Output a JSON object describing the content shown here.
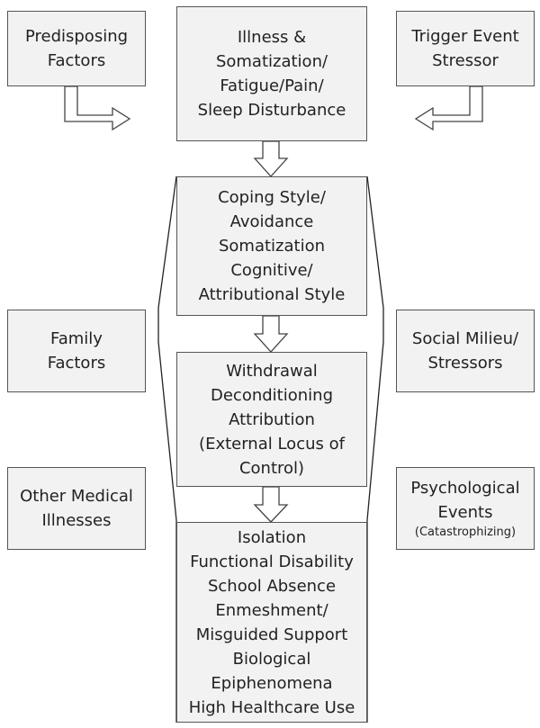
{
  "diagram": {
    "predisposing": [
      "Predisposing",
      "Factors"
    ],
    "illness": [
      "Illness &",
      "Somatization/",
      "Fatigue/Pain/",
      "Sleep Disturbance"
    ],
    "trigger": [
      "Trigger Event",
      "Stressor"
    ],
    "coping": [
      "Coping Style/",
      "Avoidance",
      "Somatization",
      "Cognitive/",
      "Attributional Style"
    ],
    "family": [
      "Family",
      "Factors"
    ],
    "social": [
      "Social Milieu/",
      "Stressors"
    ],
    "withdrawal": [
      "Withdrawal",
      "Deconditioning",
      "Attribution",
      "(External Locus of",
      "Control)"
    ],
    "other_medical": [
      "Other Medical",
      "Illnesses"
    ],
    "psychological": [
      "Psychological",
      "Events",
      "(Catastrophizing)"
    ],
    "outcomes": [
      "Isolation",
      "Functional Disability",
      "School Absence",
      "Enmeshment/",
      "Misguided Support",
      "Biological",
      "Epiphenomena",
      "High Healthcare Use"
    ]
  }
}
